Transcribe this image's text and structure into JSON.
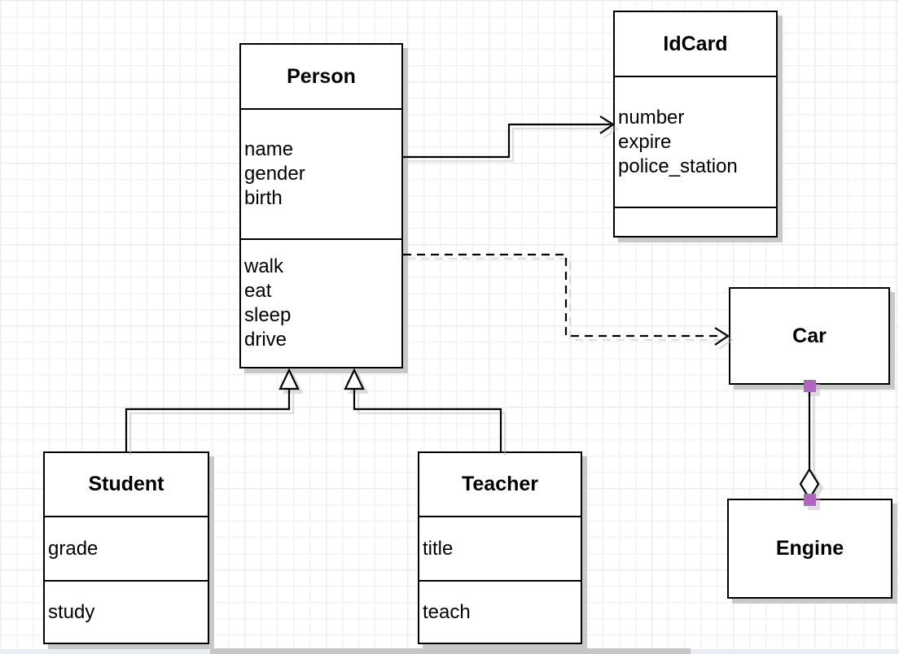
{
  "diagram": {
    "classes": {
      "person": {
        "title": "Person",
        "attributes": [
          "name",
          "gender",
          "birth"
        ],
        "methods": [
          "walk",
          "eat",
          "sleep",
          "drive"
        ]
      },
      "idcard": {
        "title": "IdCard",
        "attributes": [
          "number",
          "expire",
          "police_station"
        ],
        "methods": []
      },
      "car": {
        "title": "Car",
        "attributes": [],
        "methods": []
      },
      "engine": {
        "title": "Engine",
        "attributes": [],
        "methods": []
      },
      "student": {
        "title": "Student",
        "attributes": [
          "grade"
        ],
        "methods": [
          "study"
        ]
      },
      "teacher": {
        "title": "Teacher",
        "attributes": [
          "title"
        ],
        "methods": [
          "teach"
        ]
      }
    },
    "relationships": [
      {
        "from": "Person",
        "to": "IdCard",
        "type": "association",
        "line": "solid",
        "arrow": "open-arrow"
      },
      {
        "from": "Person",
        "to": "Car",
        "type": "dependency",
        "line": "dashed",
        "arrow": "open-arrow"
      },
      {
        "from": "Student",
        "to": "Person",
        "type": "generalization",
        "line": "solid",
        "arrow": "hollow-triangle"
      },
      {
        "from": "Teacher",
        "to": "Person",
        "type": "generalization",
        "line": "solid",
        "arrow": "hollow-triangle"
      },
      {
        "from": "Car",
        "to": "Engine",
        "type": "aggregation",
        "line": "solid",
        "arrow": "hollow-diamond"
      }
    ],
    "colors": {
      "stroke": "#000000",
      "box_fill": "#ffffff",
      "shadow": "#c9c9c9",
      "endpoint_handle": "#b363c1",
      "grid_minor": "#f3f3f4",
      "grid_major": "#ececee",
      "scrollbar_track": "#e8edf4",
      "scrollbar_thumb": "#c6c6c6"
    }
  }
}
